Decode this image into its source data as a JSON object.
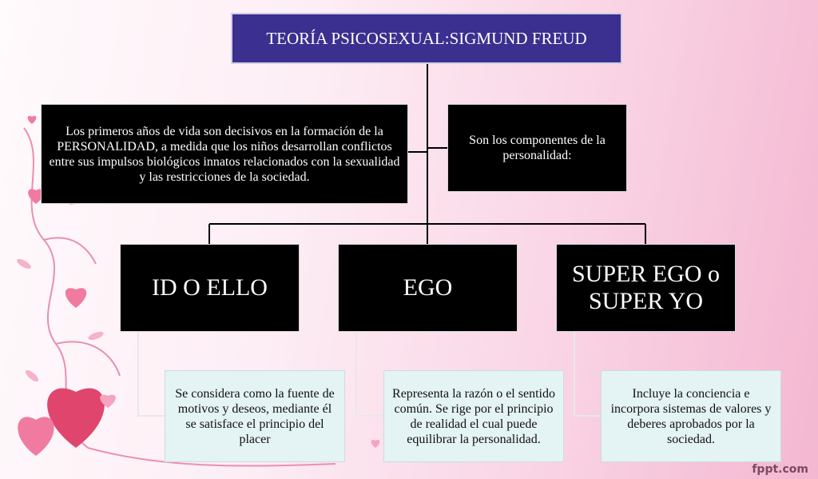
{
  "title": "TEORÍA PSICOSEXUAL:SIGMUND FREUD",
  "description": "Los primeros años de vida son decisivos en la formación de la PERSONALIDAD, a medida que los niños desarrollan conflictos entre sus impulsos biológicos innatos relacionados con la sexualidad y las restricciones de la sociedad.",
  "components_label": "Son los componentes de la personalidad:",
  "components": [
    {
      "name": "ID O ELLO",
      "detail": "Se considera como la fuente de motivos y deseos, mediante él se satisface el principio del placer"
    },
    {
      "name": "EGO",
      "detail": "Representa la razón o el sentido común. Se rige por el principio de realidad el cual puede equilibrar la personalidad."
    },
    {
      "name": "SUPER  EGO o SUPER YO",
      "detail": "Incluye la conciencia e incorpora sistemas de valores y deberes aprobados por la sociedad."
    }
  ],
  "watermark": "fppt.com",
  "colors": {
    "title_bg": "#3b2f8f",
    "box_bg": "#000000",
    "detail_bg": "#e4f3f3",
    "heart": "#e0456d"
  }
}
